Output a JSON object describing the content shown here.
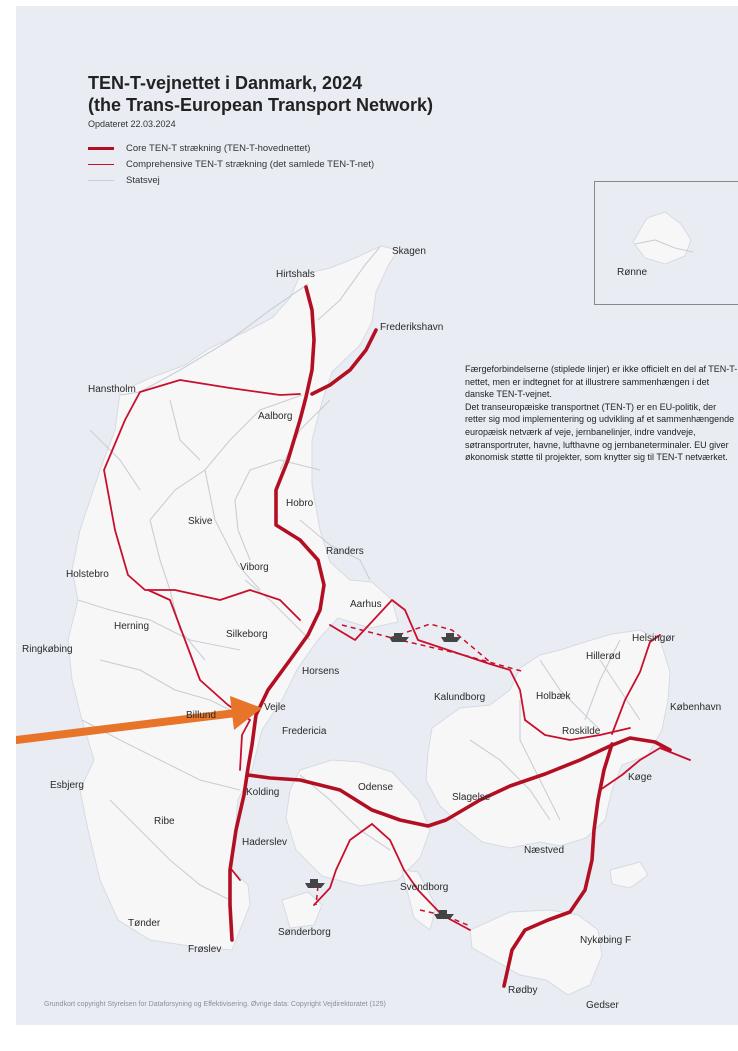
{
  "header": {
    "title_line1": "TEN-T-vejnettet i Danmark, 2024",
    "title_line2": "(the Trans-European Transport Network)",
    "updated": "Opdateret 22.03.2024"
  },
  "legend": {
    "core": "Core TEN-T strækning (TEN-T-hovednettet)",
    "comprehensive": "Comprehensive TEN-T strækning (det samlede TEN-T-net)",
    "state_road": "Statsvej"
  },
  "colors": {
    "core": "#b30f23",
    "comprehensive": "#c8102e",
    "state_road": "#c9ced6",
    "arrow": "#e8742a",
    "sea": "#e9edf3",
    "land": "#f7f7f7"
  },
  "note": {
    "para1": "Færgeforbindelserne (stiplede linjer) er ikke officielt en del af TEN-T-nettet, men er indtegnet for at illustrere sammenhængen i det danske TEN-T-vejnet.",
    "para2": "Det transeuropæiske transportnet (TEN-T) er en EU-politik, der retter sig mod implementering og udvikling af et sammenhængende europæisk netværk af veje, jernbanelinjer, indre vandveje, søtransportruter, havne, lufthavne og jernbaneterminaler. EU giver økonomisk støtte til projekter, som knytter sig til TEN-T netværket."
  },
  "inset": {
    "label": "Rønne"
  },
  "cities": {
    "skagen": "Skagen",
    "hirtshals": "Hirtshals",
    "frederikshavn": "Frederikshavn",
    "hanstholm": "Hanstholm",
    "aalborg": "Aalborg",
    "hobro": "Hobro",
    "skive": "Skive",
    "randers": "Randers",
    "viborg": "Viborg",
    "holstebro": "Holstebro",
    "aarhus": "Aarhus",
    "herning": "Herning",
    "silkeborg": "Silkeborg",
    "ringkobing": "Ringkøbing",
    "horsens": "Horsens",
    "vejle": "Vejle",
    "billund": "Billund",
    "fredericia": "Fredericia",
    "esbjerg": "Esbjerg",
    "kolding": "Kolding",
    "odense": "Odense",
    "ribe": "Ribe",
    "haderslev": "Haderslev",
    "tonder": "Tønder",
    "sonderborg": "Sønderborg",
    "froslev": "Frøslev",
    "svendborg": "Svendborg",
    "kalundborg": "Kalundborg",
    "holbaek": "Holbæk",
    "hillerod": "Hillerød",
    "helsingor": "Helsingør",
    "kobenhavn": "København",
    "roskilde": "Roskilde",
    "koge": "Køge",
    "slagelse": "Slagelse",
    "naestved": "Næstved",
    "nykobing": "Nykøbing F",
    "rodby": "Rødby",
    "gedser": "Gedser"
  },
  "footer": {
    "copyright": "Grundkort copyright Styrelsen for Dataforsyning og Effektivisering. Øvrige data: Copyright Vejdirektoratet (125)"
  }
}
